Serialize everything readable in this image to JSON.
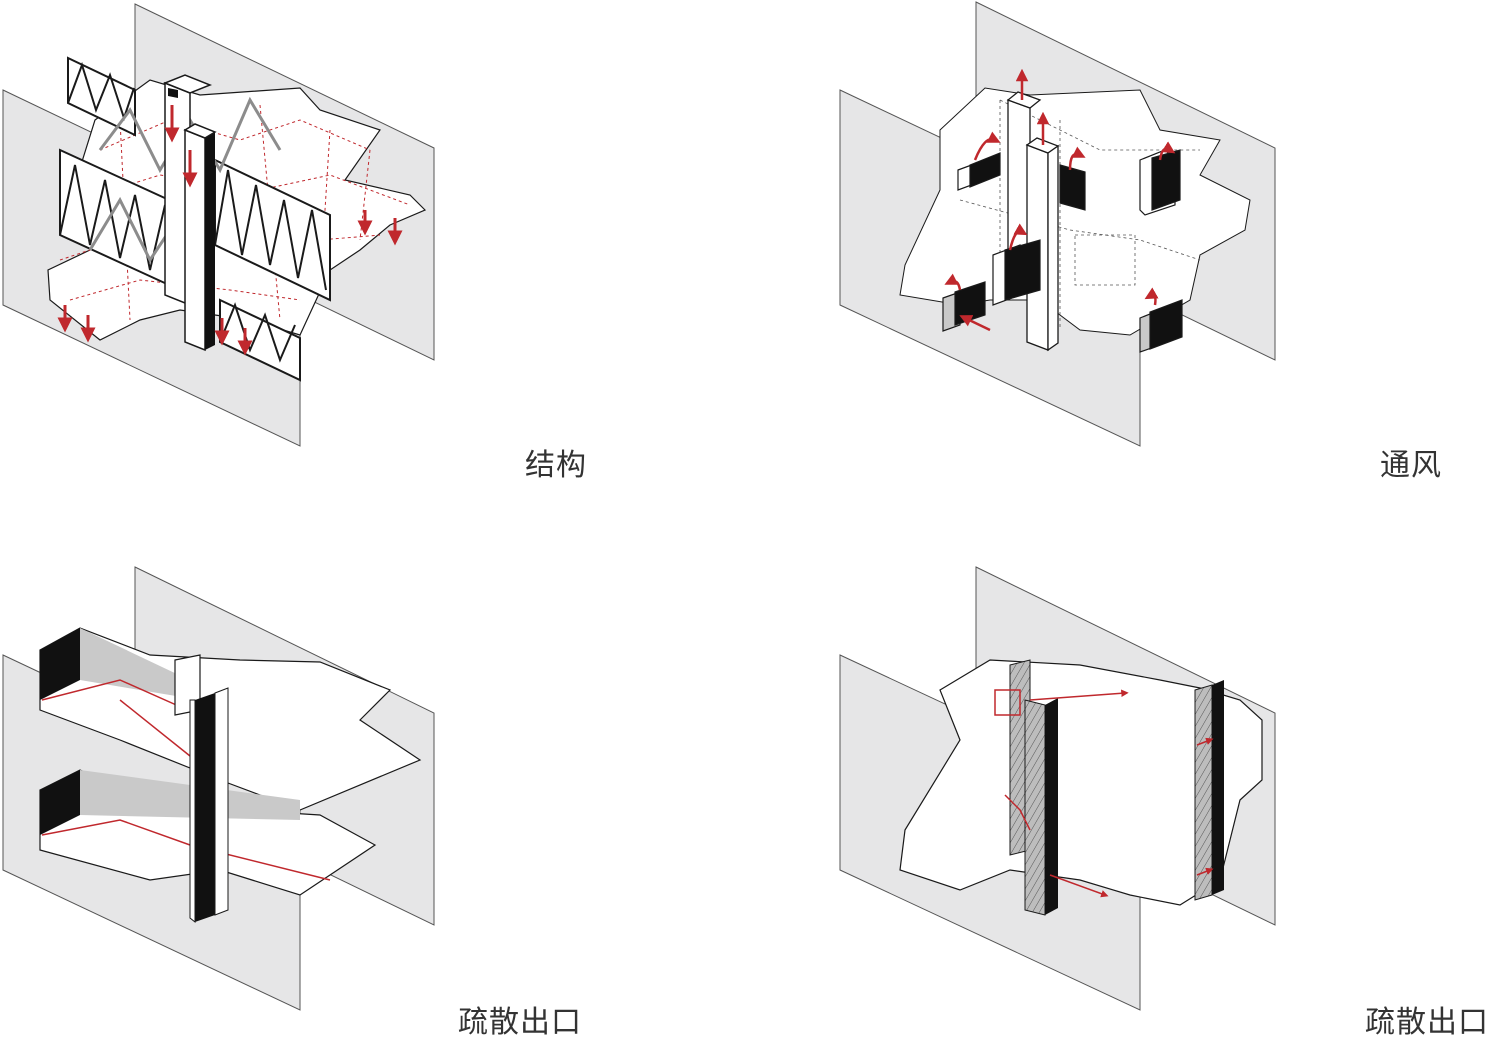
{
  "colors": {
    "plane_fill": "#e6e6e7",
    "line": "#1a1a1a",
    "accent_red": "#c0282d",
    "core_black": "#111111",
    "floor_fill": "#ffffff",
    "shade": "#c9c9c9"
  },
  "panels": [
    {
      "id": "structure",
      "label": "结构"
    },
    {
      "id": "ventilation",
      "label": "通风"
    },
    {
      "id": "evacuation-floors",
      "label": "疏散出口"
    },
    {
      "id": "evacuation-cores",
      "label": "疏散出口"
    }
  ]
}
